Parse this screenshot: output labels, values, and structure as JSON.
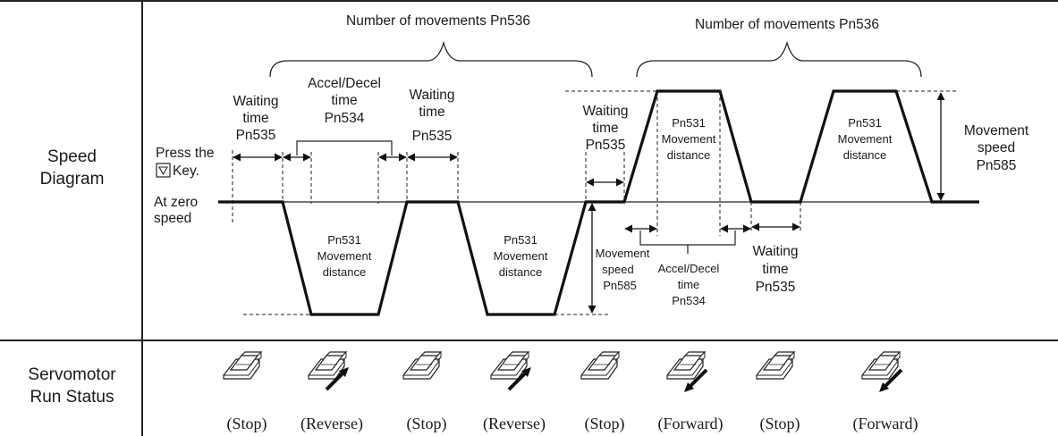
{
  "rows": {
    "speed_diagram": [
      "Speed",
      "Diagram"
    ],
    "run_status": [
      "Servomotor",
      "Run Status"
    ]
  },
  "diagram": {
    "number_of_movements": "Number of movements Pn536",
    "press_the": "Press the",
    "key": "Key.",
    "at_zero": "At zero",
    "speed": "speed",
    "waiting_time": [
      "Waiting",
      "time",
      "Pn535"
    ],
    "accel_decel_top": [
      "Accel/Decel",
      "time",
      "Pn534"
    ],
    "accel_decel_bottom": [
      "Accel/Decel",
      "time",
      "Pn534"
    ],
    "movement_distance": [
      "Pn531",
      "Movement",
      "distance"
    ],
    "movement_speed_right": [
      "Movement",
      "speed",
      "Pn585"
    ],
    "movement_speed_mid": [
      "Movement",
      "speed",
      "Pn585"
    ]
  },
  "run_status": [
    "(Stop)",
    "(Reverse)",
    "(Stop)",
    "(Reverse)",
    "(Stop)",
    "(Forward)",
    "(Stop)",
    "(Forward)"
  ],
  "status_arrows": [
    "none",
    "reverse",
    "none",
    "reverse",
    "none",
    "forward",
    "none",
    "forward"
  ]
}
